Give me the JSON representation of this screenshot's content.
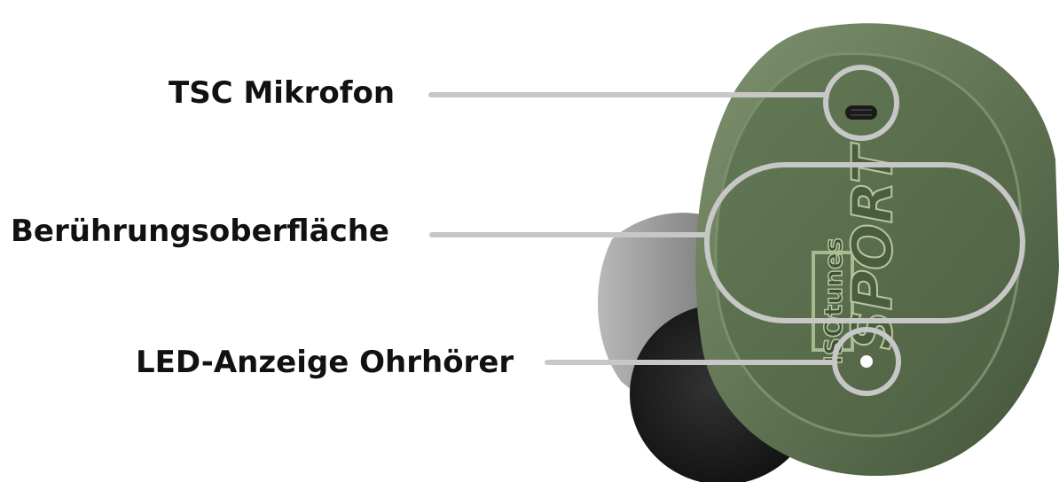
{
  "labels": {
    "tsc_microphone": "TSC Mikrofon",
    "touch_surface": "Berührungsoberfläche",
    "led_indicator": "LED-Anzeige Ohrhörer"
  },
  "logo": {
    "brand_text": "ISOtunes",
    "product_text": "SPORT"
  },
  "colors": {
    "shell_green": "#5d7150",
    "shell_green_dark": "#43533a",
    "shell_green_light": "#7f9270",
    "eartip_gray": "#8e8f8e",
    "eartip_black": "#1e1e1e",
    "callout_line": "#c7c7c7",
    "label_text": "#111111"
  },
  "icons": [
    "microphone-icon",
    "led-indicator-icon"
  ]
}
